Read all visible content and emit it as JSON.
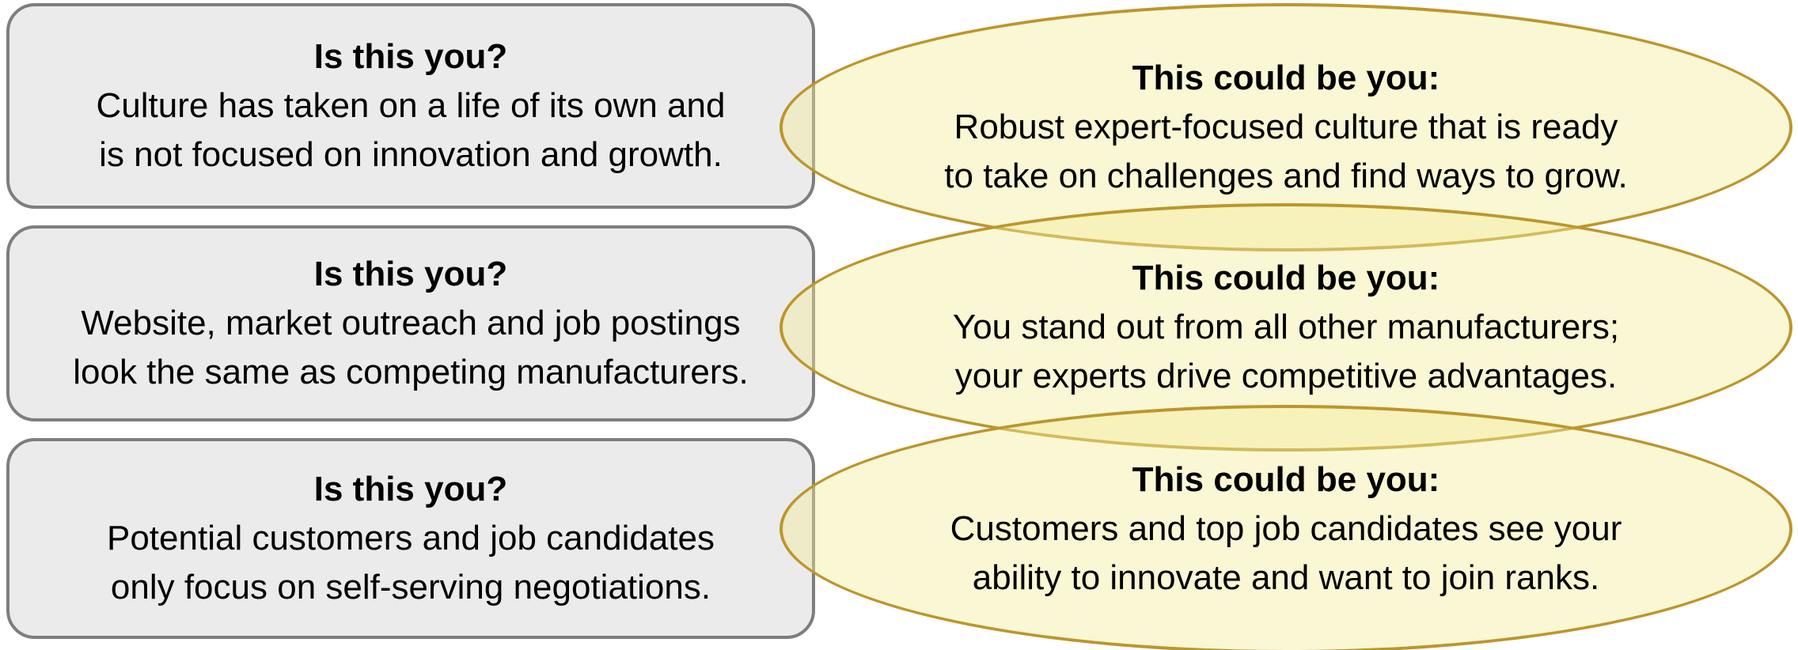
{
  "diagram_title": "Is this you / This could be you comparison",
  "colors": {
    "box_fill": "#EBEBEB",
    "box_border": "#7E7E7E",
    "ellipse_fill": "#F4EC9C",
    "ellipse_border": "#BD962B",
    "text": "#000000",
    "background": "#FFFFFF"
  },
  "rows": [
    {
      "problem": {
        "heading": "Is this you?",
        "line1": "Culture has taken on a life of its own and",
        "line2": "is not focused on innovation and growth."
      },
      "outcome": {
        "heading": "This could be you:",
        "line1": "Robust expert-focused culture that is ready",
        "line2": "to take on challenges and find ways to grow."
      }
    },
    {
      "problem": {
        "heading": "Is this you?",
        "line1": "Website, market outreach and job postings",
        "line2": "look the same as competing manufacturers."
      },
      "outcome": {
        "heading": "This could be you:",
        "line1": "You stand out from all other manufacturers;",
        "line2": "your experts drive competitive advantages."
      }
    },
    {
      "problem": {
        "heading": "Is this you?",
        "line1": "Potential customers and job candidates",
        "line2": "only focus on self-serving negotiations."
      },
      "outcome": {
        "heading": "This could be you:",
        "line1": "Customers and top job candidates see your",
        "line2": "ability to innovate and want to join ranks."
      }
    }
  ]
}
